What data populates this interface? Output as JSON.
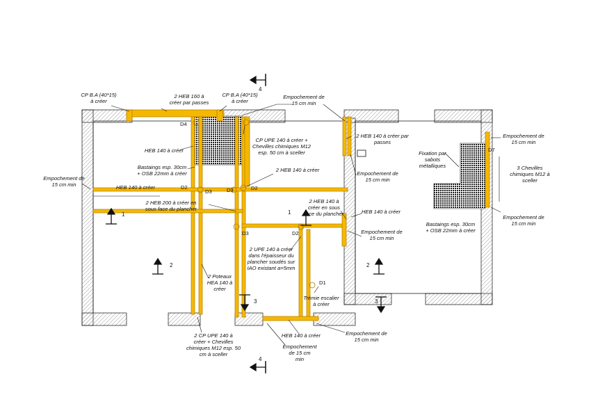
{
  "colors": {
    "beam": "#f5b800",
    "beam_edge": "#b07d00",
    "wall_hatch": "#9a9a9a",
    "ink": "#111111",
    "osb": "#1e1e1e"
  },
  "labels": {
    "cp_ba_left": [
      "CP B.A (40*15)",
      "à créer"
    ],
    "heb160": [
      "2 HEB 160 à",
      "créer par passes"
    ],
    "cp_ba_right": [
      "CP B.A (40*15)",
      "à créer"
    ],
    "empoch_top": [
      "Empochement de",
      "15 cm min"
    ],
    "heb140_top_left": [
      "HEB 140 à créer"
    ],
    "cp_upe_top": [
      "CP UPE 140 à créer +",
      "Chevilles chimiques M12",
      "esp. 50 cm à sceller"
    ],
    "heb140_passes": [
      "2 HEB 140 à créer par",
      "passes"
    ],
    "empoch_mid_right": [
      "Empochement de",
      "15 cm min"
    ],
    "bastaings_left": [
      "Bastaings esp. 30cm",
      "+ OSB 22mm à créer"
    ],
    "heb140_mid": [
      "2 HEB 140 à créer"
    ],
    "empoch_left": [
      "Empochement de",
      "15 cm min"
    ],
    "heb140_left": [
      "HEB 140 à créer"
    ],
    "heb200": [
      "2 HEB 200 à créer en",
      "sous face du plancher"
    ],
    "heb140_sous_face": [
      "2 HEB 140 à",
      "créer en sous",
      "face du plancher"
    ],
    "heb140_right": [
      "HEB 140 à créer"
    ],
    "empoch_right_mid": [
      "Empochement de",
      "15 cm min"
    ],
    "upe_plancher": [
      "2 UPE 140 à créer",
      "dans l'épaisseur du",
      "plancher soudés sur",
      "IAO existant a=5mm"
    ],
    "poteaux": [
      "2 Poteaux",
      "HEA 140 à",
      "créer"
    ],
    "tremie": [
      "Trémie escalier",
      "à créer"
    ],
    "cp_upe_bottom": [
      "2 CP UPE 140 à",
      "créer + Chevilles",
      "chimiques M12 esp. 50",
      "cm à sceller"
    ],
    "empoch_bottom_center": [
      "Empochement",
      "de 15 cm",
      "min"
    ],
    "heb140_bottom": [
      "HEB 140 à créer"
    ],
    "empoch_bottom_right": [
      "Empochement de",
      "15 cm min"
    ],
    "empoch_far_top": [
      "Empochement de",
      "15 cm min"
    ],
    "fixation": [
      "Fixation par",
      "sabots",
      "métalliques"
    ],
    "chevilles3": [
      "3 Chevilles",
      "chimiques M12 à",
      "sceller"
    ],
    "empoch_far_bottom": [
      "Empochement de",
      "15 cm min"
    ],
    "bastaings_right": [
      "Bastaings esp. 30cm",
      "+ OSB 22mm à créer"
    ]
  },
  "tags": {
    "D4": "D4",
    "D2_left": "D2",
    "D3_left": "D3",
    "D3_right": "D3",
    "D2_right": "D2",
    "D3_low": "D3",
    "D2_low": "D2",
    "D1": "D1",
    "D7": "D7"
  },
  "section_marks": {
    "s1_left": "1",
    "s1_mid": "1",
    "s2_left": "2",
    "s2_right": "2",
    "s3_mid": "3",
    "s3_right": "3",
    "s4_top": "4",
    "s4_bottom": "4"
  }
}
